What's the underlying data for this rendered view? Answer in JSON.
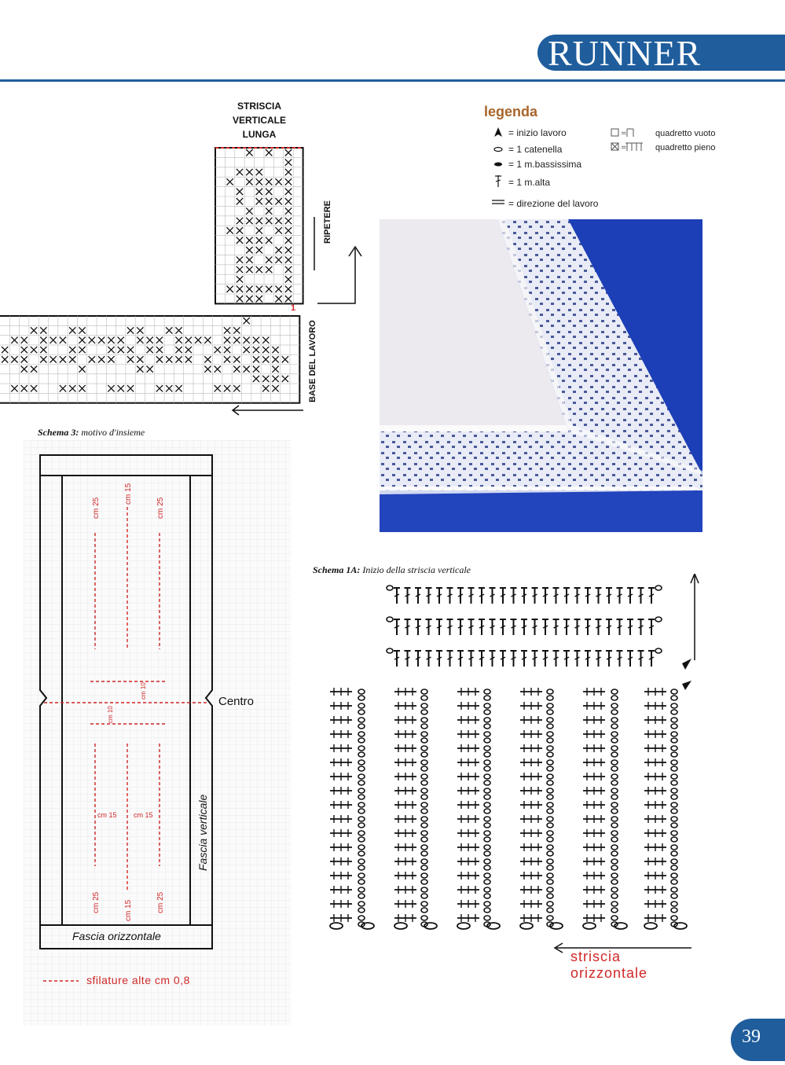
{
  "header": {
    "title": "RUNNER",
    "accent_color": "#1f5d9c"
  },
  "chart_vertical": {
    "title_lines": [
      "STRISCIA",
      "VERTICALE",
      "LUNGA"
    ],
    "repeat_label": "RIPETERE",
    "base_label": "BASE DEL LAVORO",
    "start_number": "1"
  },
  "legend": {
    "title": "legenda",
    "items": [
      {
        "icon": "arrow-start-icon",
        "text": "= inizio lavoro"
      },
      {
        "icon": "chain-oval-icon",
        "text": "= 1 catenella"
      },
      {
        "icon": "slip-stitch-dot-icon",
        "text": "= 1 m.bassissima"
      },
      {
        "icon": "double-crochet-icon",
        "text": "= 1 m.alta"
      },
      {
        "icon": "direction-arrows-icon",
        "text": "= direzione del lavoro"
      }
    ],
    "squares": [
      {
        "icon": "empty-square-icon",
        "text": "quadretto vuoto"
      },
      {
        "icon": "filled-square-icon",
        "text": "quadretto pieno"
      }
    ]
  },
  "schema3": {
    "caption_bold": "Schema 3:",
    "caption_rest": " motivo d'insieme",
    "center_label": "Centro",
    "vertical_band_label": "Fascia verticale",
    "horizontal_band_label": "Fascia orizzontale",
    "footnote": "sfilature alte cm 0,8",
    "measure_25": "cm 25",
    "measure_15": "cm 15",
    "measure_10": "cm 10"
  },
  "schema1a": {
    "caption_bold": "Schema 1A:",
    "caption_rest": " Inizio della striscia verticale",
    "bottom_label_line1": "striscia",
    "bottom_label_line2": "orizzontale"
  },
  "page": {
    "number": "39"
  }
}
